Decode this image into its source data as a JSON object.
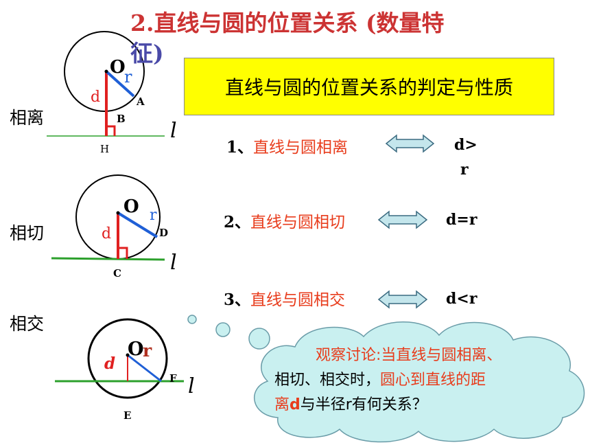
{
  "title": {
    "part1": "2.直线与圆的位置关系 (数量特",
    "part2": "征)"
  },
  "banner": "直线与圆的位置关系的判定与性质",
  "side_labels": {
    "separate": "相离",
    "tangent": "相切",
    "intersect": "相交"
  },
  "diagram1": {
    "O": "O",
    "r": "r",
    "d": "d",
    "A": "A",
    "B": "B",
    "H": "H",
    "l": "l"
  },
  "diagram2": {
    "O": "O",
    "r": "r",
    "d": "d",
    "D": "D",
    "C": "C",
    "l": "l"
  },
  "diagram3": {
    "O": "O",
    "r": "r",
    "d": "d",
    "F": "F",
    "E": "E",
    "l": "l"
  },
  "cases": [
    {
      "num": "1、",
      "text": "直线与圆相离",
      "rel1": "d>",
      "rel2": "r"
    },
    {
      "num": "2、",
      "text": "直线与圆相切",
      "rel": "d=r"
    },
    {
      "num": "3、",
      "text": "直线与圆相交",
      "rel": "d<r"
    }
  ],
  "cloud": {
    "line1": "观察讨论:当直线与圆相离、",
    "line2a": "相切、相交时，",
    "line2b": "圆心到直线的距",
    "line3a": "离",
    "line3b": "d",
    "line3c": "与半径r有何关系？"
  },
  "colors": {
    "red": "#e83c1c",
    "blue": "#1f5fd6",
    "green": "#2ca02c",
    "cloud": "#c9f0f0",
    "arrow": "#c4e6ec"
  }
}
